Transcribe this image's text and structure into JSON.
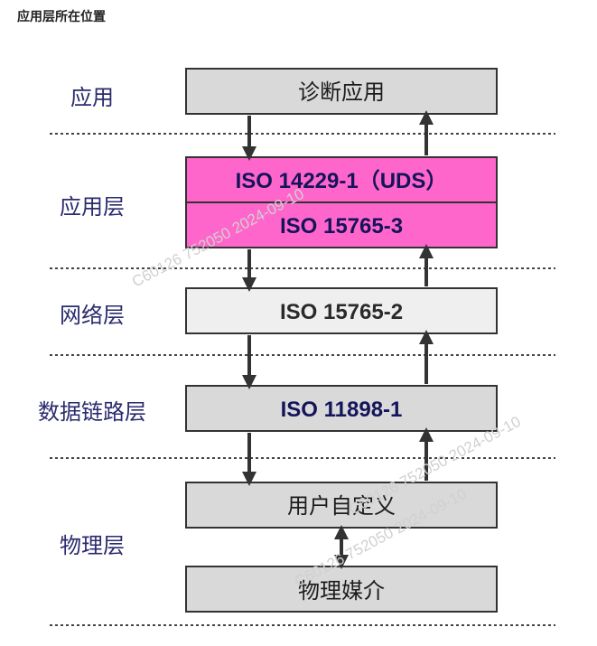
{
  "page_heading": "应用层所在位置",
  "layers": {
    "application": "应用",
    "application_layer": "应用层",
    "network_layer": "网络层",
    "data_link_layer": "数据链路层",
    "physical_layer": "物理层"
  },
  "boxes": {
    "diagnostic_app": "诊断应用",
    "uds": "ISO 14229-1（UDS）",
    "iso_15765_3": "ISO 15765-3",
    "iso_15765_2": "ISO 15765-2",
    "iso_11898_1": "ISO 11898-1",
    "user_defined": "用户自定义",
    "physical_medium": "物理媒介"
  },
  "watermarks": [
    "C60126 752050 2024-09-10",
    "C60126 752050 2024-09-10",
    "C60126 752050 2024-09-10"
  ],
  "colors": {
    "gray_box": "#d9d9d9",
    "light_box": "#efefef",
    "magenta_box": "#ff66cc",
    "label_navy": "#2b2b6f"
  }
}
